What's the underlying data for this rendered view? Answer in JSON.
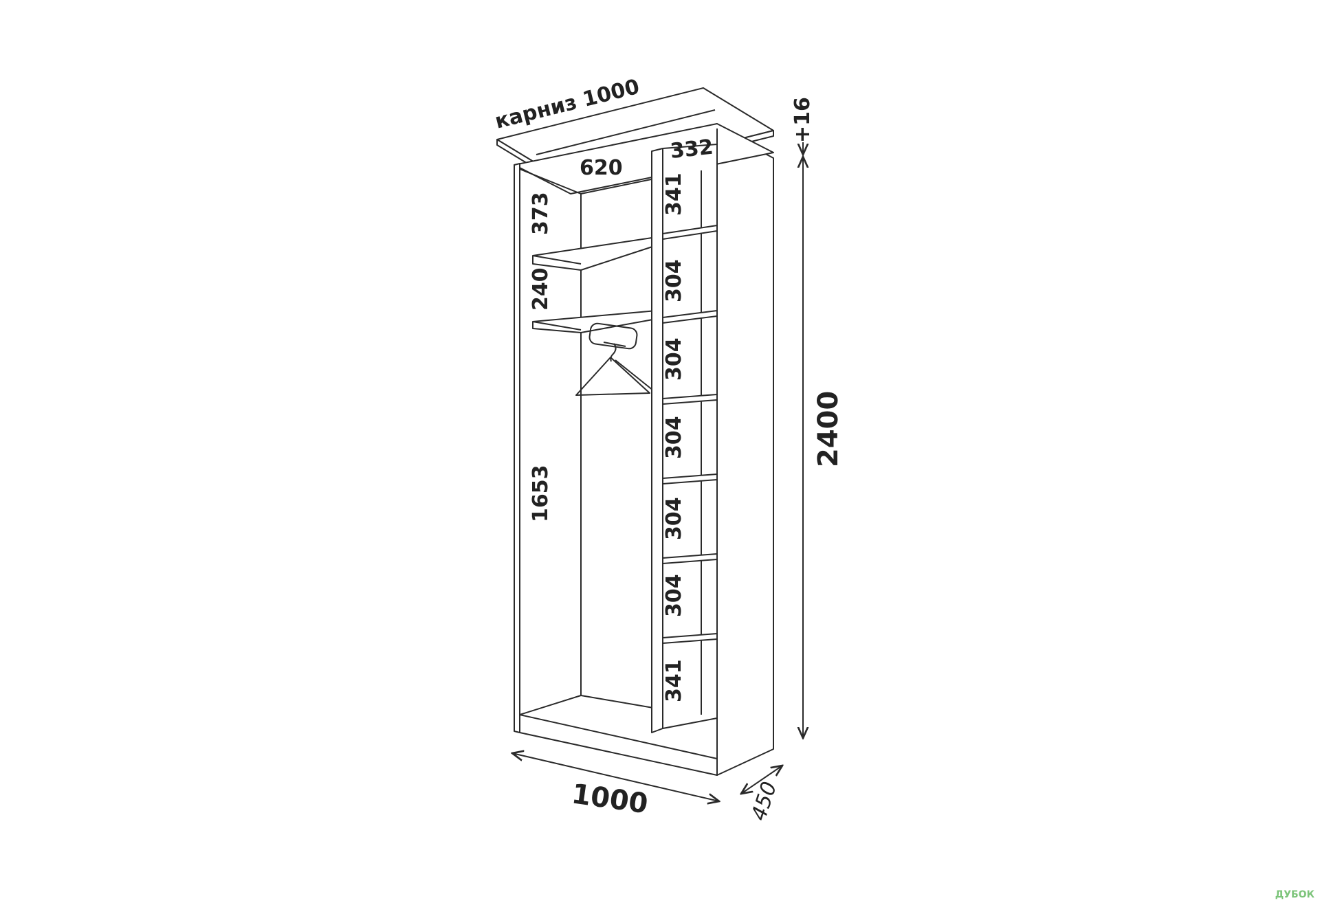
{
  "cornice_label": "карниз 1000",
  "dimensions": {
    "top_inner_width": "620",
    "side_column_width": "332",
    "top_compartment_height": "373",
    "shelf_gap": "240",
    "hanging_height": "1653",
    "column_top": "341",
    "column_mid_1": "304",
    "column_mid_2": "304",
    "column_mid_3": "304",
    "column_mid_4": "304",
    "column_mid_5": "304",
    "column_bottom": "341",
    "total_height": "2400",
    "cornice_extra": "+16",
    "total_width": "1000",
    "depth": "450"
  },
  "watermark": {
    "text": "ДУБОК",
    "color": "#7cc47a"
  },
  "colors": {
    "line": "#2a2a2a",
    "text": "#222222",
    "background": "#ffffff"
  }
}
